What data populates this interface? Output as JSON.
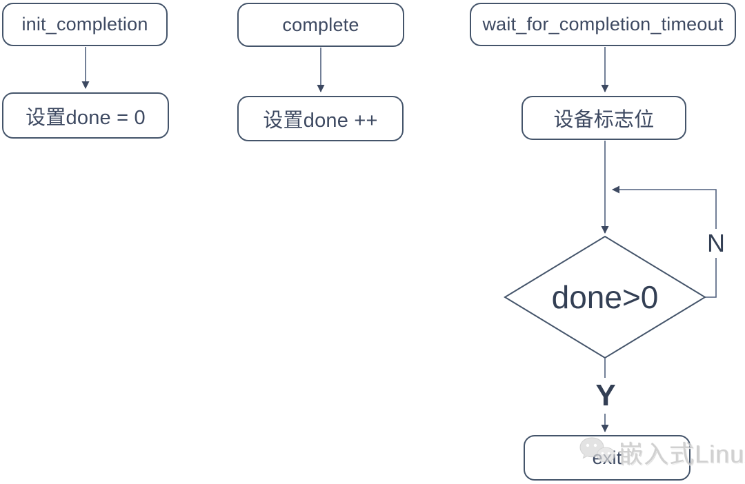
{
  "flows": {
    "init": {
      "title": "init_completion",
      "action": "设置done = 0"
    },
    "complete": {
      "title": "complete",
      "action": "设置done ++"
    },
    "wait": {
      "title": "wait_for_completion_timeout",
      "action": "设备标志位"
    }
  },
  "decision": {
    "label": "done>0",
    "yes": "Y",
    "no": "N"
  },
  "exit": {
    "label": "exit"
  },
  "watermark": {
    "text": "嵌入式Linux",
    "icon": "wechat-logo-icon"
  },
  "colors": {
    "shape_border": "#44546a",
    "connector": "#4f5f7d",
    "node_text": "#3d4961",
    "emphasis_text": "#333f54",
    "watermark_text": "#c6c6c6",
    "background": "#ffffff"
  }
}
